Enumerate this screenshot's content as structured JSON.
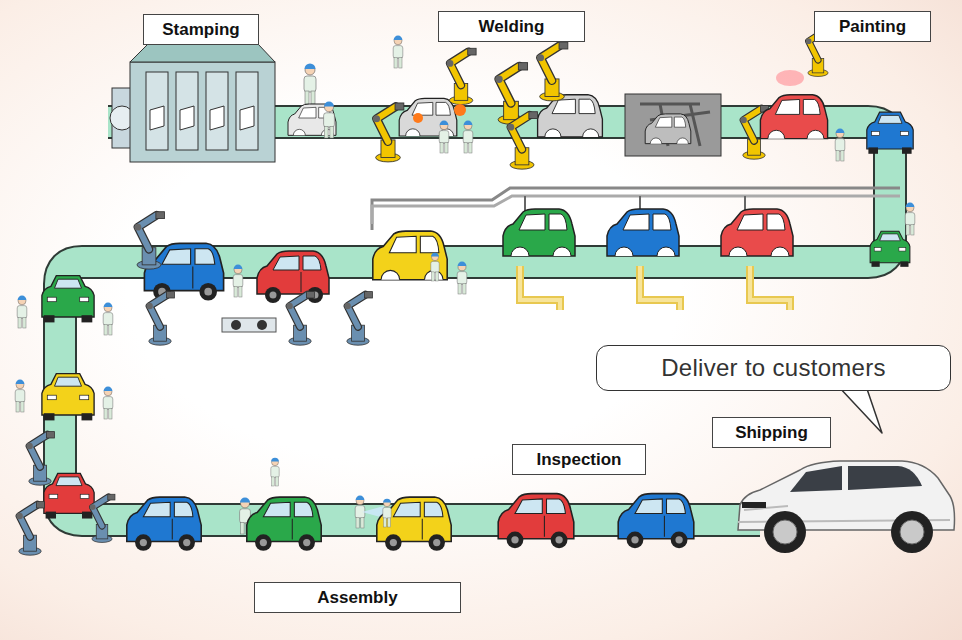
{
  "diagram": {
    "nodes": [
      {
        "text": [
          "Stamping"
        ]
      },
      {
        "text": [
          "Welding"
        ]
      },
      {
        "text": [
          "Painting"
        ]
      },
      {
        "text": [
          "Deliver to customers"
        ]
      },
      {
        "text": [
          "Shipping"
        ]
      },
      {
        "text": [
          "Inspection"
        ]
      },
      {
        "text": [
          "Assembly"
        ]
      }
    ]
  }
}
